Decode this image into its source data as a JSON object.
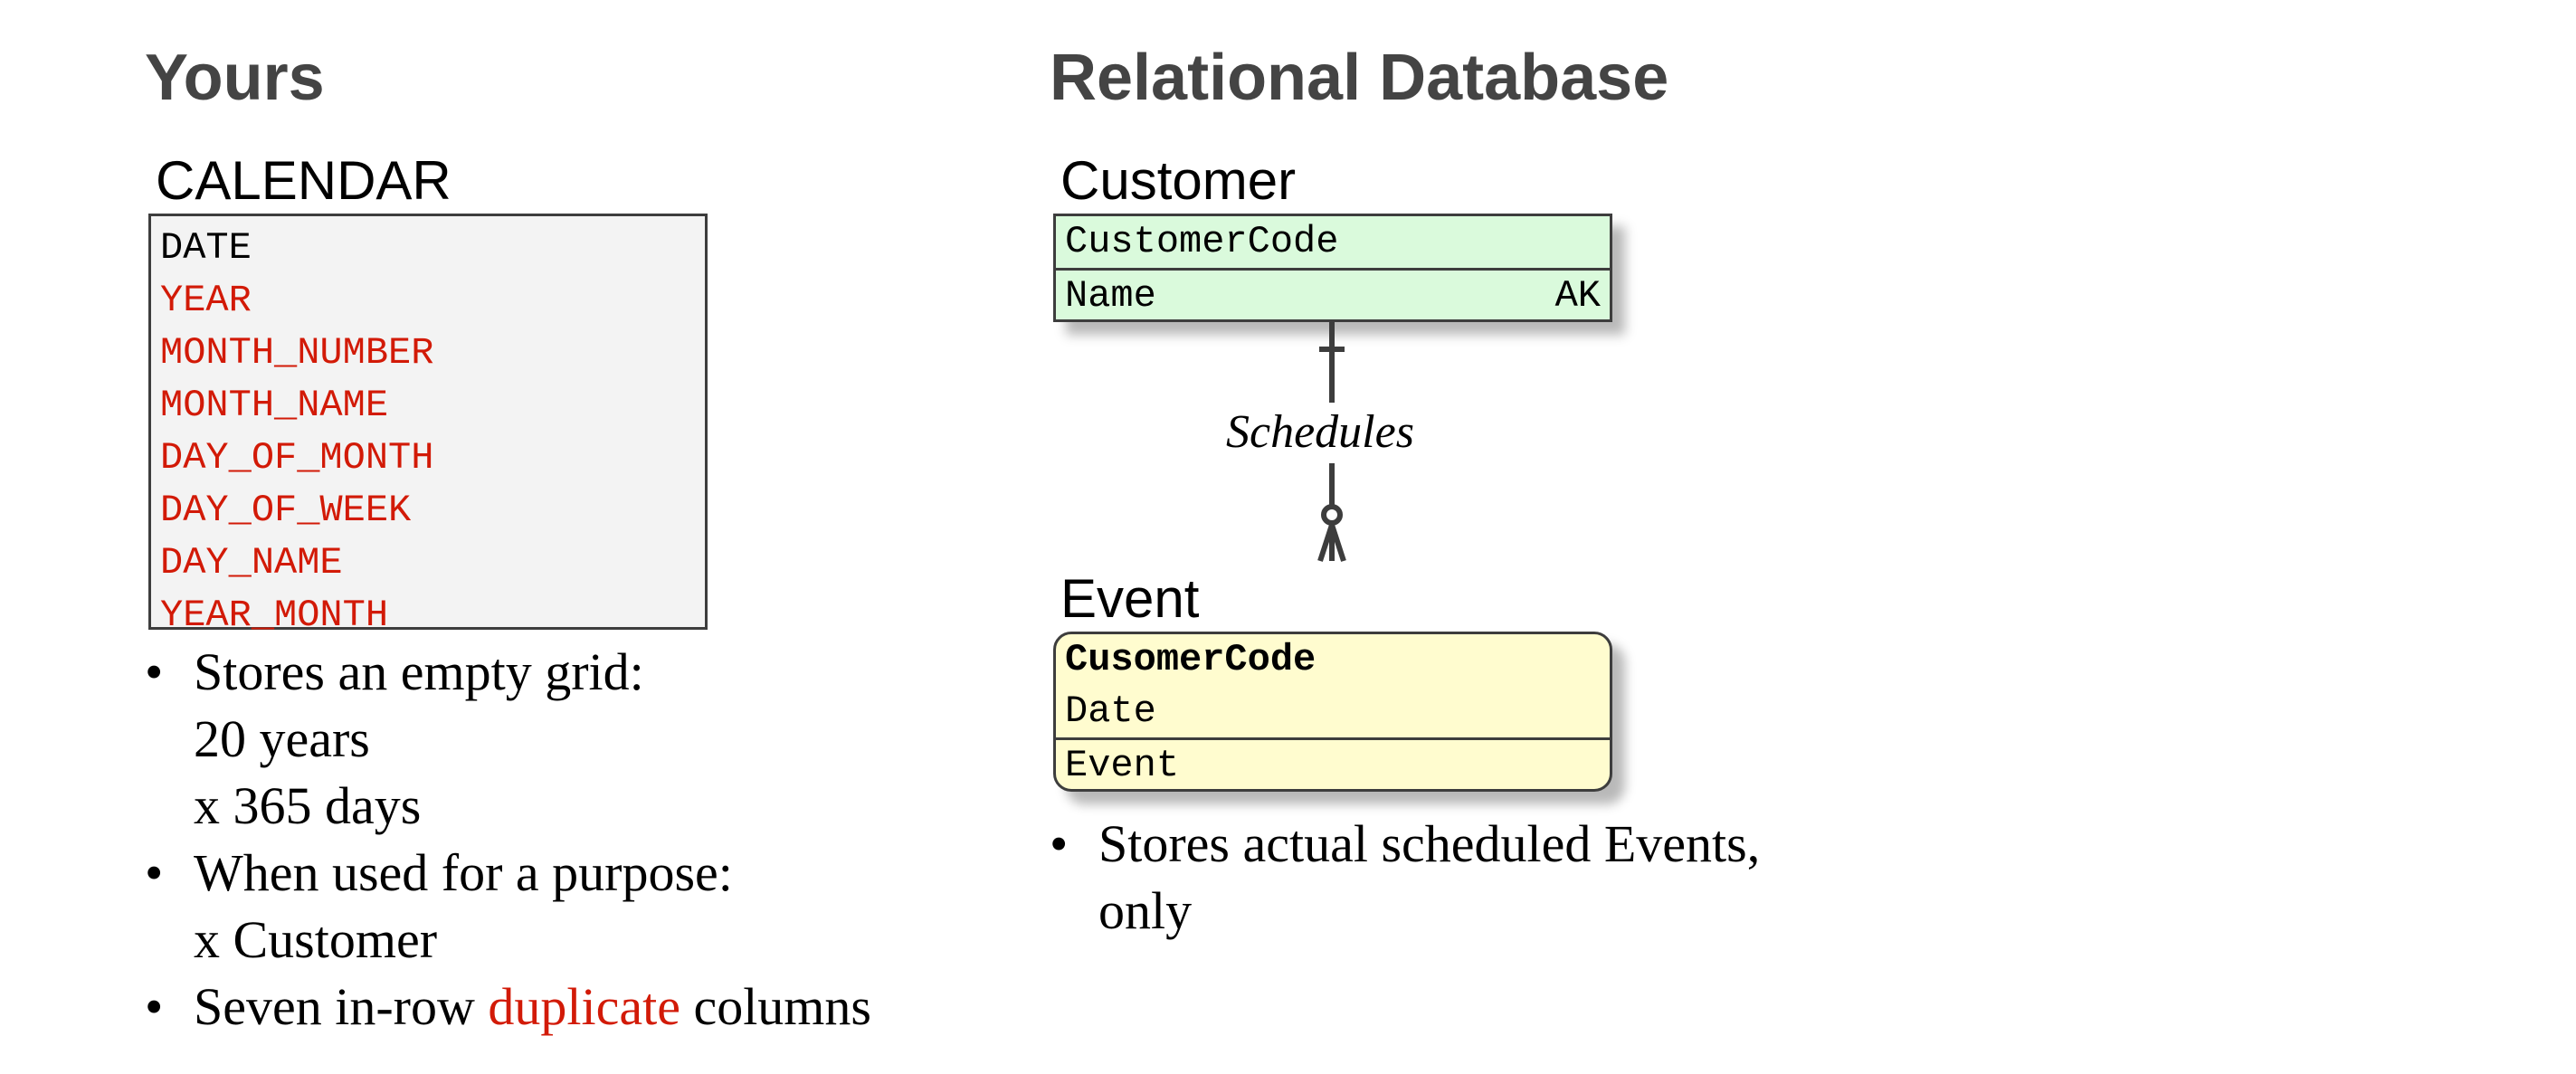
{
  "left": {
    "heading": "Yours",
    "entity": {
      "name": "CALENDAR",
      "attributes": [
        {
          "text": "DATE",
          "duplicate": false
        },
        {
          "text": "YEAR",
          "duplicate": true
        },
        {
          "text": "MONTH_NUMBER",
          "duplicate": true
        },
        {
          "text": "MONTH_NAME",
          "duplicate": true
        },
        {
          "text": "DAY_OF_MONTH",
          "duplicate": true
        },
        {
          "text": "DAY_OF_WEEK",
          "duplicate": true
        },
        {
          "text": "DAY_NAME",
          "duplicate": true
        },
        {
          "text": "YEAR_MONTH",
          "duplicate": true
        }
      ]
    },
    "bullets": [
      {
        "lines": [
          "Stores an empty grid:",
          "20 years",
          "x 365 days"
        ]
      },
      {
        "lines": [
          "When used for a purpose:",
          "x Customer"
        ]
      },
      {
        "pre": "Seven in-row ",
        "highlight": "duplicate",
        "post": " columns"
      }
    ]
  },
  "right": {
    "heading": "Relational Database",
    "customer": {
      "name": "Customer",
      "key": "CustomerCode",
      "attribute": "Name",
      "attribute_tag": "AK"
    },
    "relationship": "Schedules",
    "event": {
      "name": "Event",
      "keys": [
        "CusomerCode",
        "Date"
      ],
      "attribute": "Event"
    },
    "bullets": [
      {
        "lines": [
          "Stores actual scheduled Events,",
          "only"
        ]
      }
    ]
  },
  "colors": {
    "heading": "#444444",
    "duplicate": "#d21a07",
    "customer_fill": "#dafadc",
    "event_fill": "#fffccf",
    "calendar_fill": "#f3f3f3",
    "border": "#3d3d3d"
  }
}
